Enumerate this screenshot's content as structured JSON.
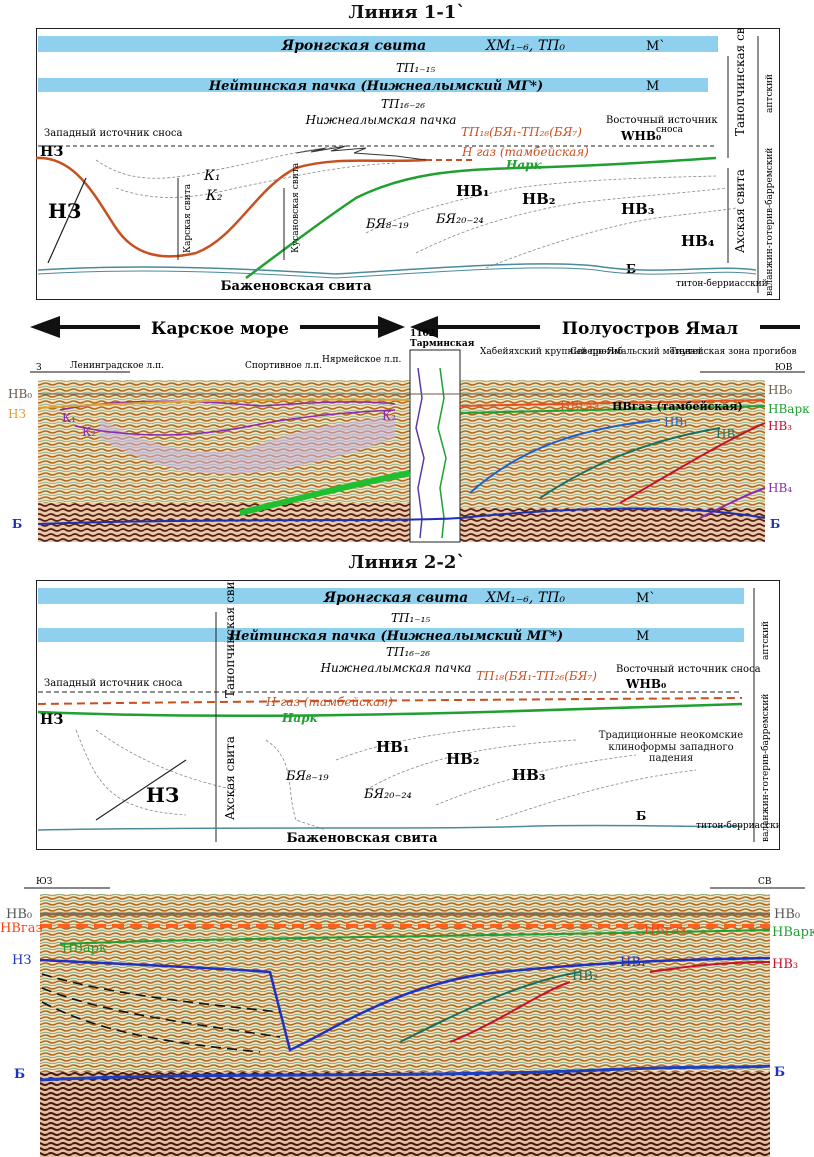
{
  "line1": {
    "title": "Линия 1-1`",
    "yarong": "Яронгская свита",
    "yarong_idx": "ХМ₁₋₆, ТП₀",
    "m_prime": "М`",
    "tp115": "ТП₁₋₁₅",
    "neit": "Нейтинская пачка (Нижнеалымский МГ*)",
    "m": "М",
    "tp1626": "ТП₁₆₋₂₆",
    "nizh": "Нижнеалымская пачка",
    "east_src": "Восточный источник",
    "west_src": "Западный источник сноса",
    "tp18": "ТП₁₈(БЯ₁-ТП₂₆(БЯ₇)",
    "whb0": "WHB₀",
    "snosa": "сноса",
    "hgaz": "Н газ (тамбейская)",
    "nark": "Нарк",
    "nz": "НЗ",
    "k1": "К₁",
    "k2": "К₂",
    "karsk": "Карская свита",
    "kusan": "Кусановская свита",
    "bya819": "БЯ₈₋₁₉",
    "bya2024": "БЯ₂₀₋₂₄",
    "nv1": "НВ₁",
    "nv2": "НВ₂",
    "nv3": "НВ₃",
    "nv4": "НВ₄",
    "b": "Б",
    "bazh": "Баженовская свита",
    "titon": "титон-берриасский",
    "tanop": "Танопчинская свита",
    "akh": "Ахская свита",
    "alb": "аптский",
    "valang": "валанжин-готерив-барремский"
  },
  "arrows": {
    "kara": "Карское море",
    "yamal": "Полуостров Ямал"
  },
  "seis1": {
    "well": "1102",
    "tarm": "Тарминская",
    "z": "З",
    "yuv": "ЮВ",
    "len": "Ленинградское л.п.",
    "sport": "Спортивное л.п.",
    "nyarm": "Нярмейское л.п.",
    "khab": "Хабейяхский крупный прогиб",
    "sev": "Северо-Ямальский мегавал",
    "tiu": "Тиутейская зона прогибов",
    "hb0": "НВ₀",
    "nz": "НЗ",
    "k1": "К₁",
    "k2": "К₂",
    "nvgaz": "НВгаз",
    "nvgaz2": "НВгаз (тамбейская)",
    "nvark": "НВарк",
    "nv1": "НВ₁",
    "nv2": "НВ₂",
    "nv3": "НВ₃",
    "nv4": "НВ₄",
    "b": "Б"
  },
  "line2": {
    "title": "Линия 2-2`",
    "yarong": "Яронгская свита",
    "yarong_idx": "ХМ₁₋₆, ТП₀",
    "m_prime": "М`",
    "tp115": "ТП₁₋₁₅",
    "neit": "Нейтинская пачка (Нижнеалымский МГ*)",
    "m": "М",
    "tp1626": "ТП₁₆₋₂₆",
    "nizh": "Нижнеалымская пачка",
    "west_src": "Западный источник сноса",
    "tp18": "ТП₁₈(БЯ₁-ТП₂₆(БЯ₇)",
    "east_src": "Восточный источник сноса",
    "whb0": "WHB₀",
    "hgaz": "Н газ (тамбейская)",
    "nark": "Нарк",
    "nz": "НЗ",
    "bya819": "БЯ₈₋₁₉",
    "bya2024": "БЯ₂₀₋₂₄",
    "nv1": "НВ₁",
    "nv2": "НВ₂",
    "nv3": "НВ₃",
    "trad": "Традиционные неокомские клиноформы западного падения",
    "b": "Б",
    "bazh": "Баженовская свита",
    "titon": "титон-берриасский",
    "tanop": "Танопчинская свита",
    "akh": "Ахская свита",
    "alb": "аптский",
    "valang": "валанжин-готерив-барремский"
  },
  "seis2": {
    "yuz": "ЮЗ",
    "sv": "СВ",
    "hb0": "НВ₀",
    "nvgaz": "НВгаз",
    "nvark": "НВарк",
    "nz": "НЗ",
    "nv1": "НВ₁",
    "nv2": "НВ₂",
    "nv3": "НВ₃",
    "b": "Б"
  },
  "colors": {
    "blue_band": "#8fd0ee",
    "orange": "#c8501e",
    "green": "#1fa030",
    "blue_line": "#1e5fd0",
    "red": "#c8102e",
    "purple": "#8a2bb0"
  }
}
